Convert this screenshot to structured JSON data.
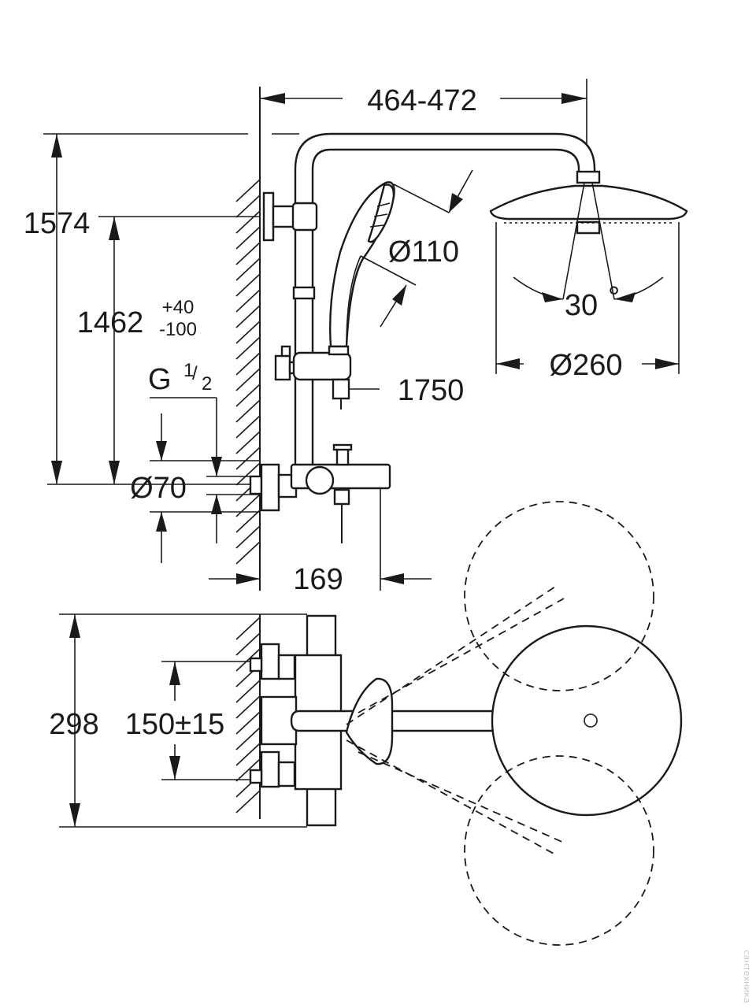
{
  "dimensions": {
    "arm_length": "464-472",
    "total_height": "1574",
    "center_height": "1462",
    "center_height_tol_plus": "+40",
    "center_height_tol_minus": "-100",
    "thread": "G",
    "thread_num": "1",
    "thread_den": "2",
    "escutcheon": "Ø70",
    "hand_shower": "Ø110",
    "hose": "1750",
    "spray_angle": "30",
    "spray_angle_unit": "°",
    "head_shower": "Ø260",
    "projection": "169",
    "top_depth": "298",
    "connection_spacing": "150±15"
  },
  "watermark": "сантехника"
}
